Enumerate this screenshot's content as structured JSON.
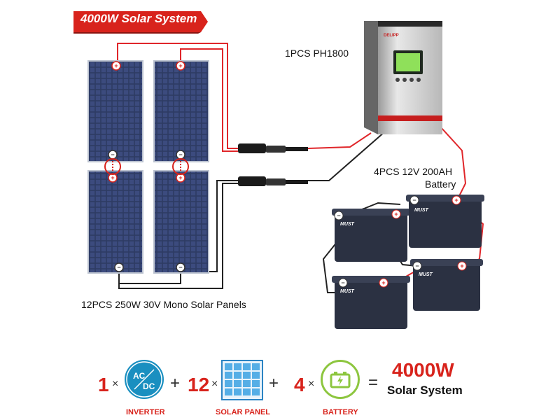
{
  "banner": {
    "title": "4000W Solar System"
  },
  "labels": {
    "inverter": "1PCS PH1800",
    "battery_line1": "4PCS 12V 200AH",
    "battery_line2": "Battery",
    "panels": "12PCS 250W 30V Mono Solar Panels"
  },
  "inverter_brand": "DELIPP",
  "battery_brand": "MUST",
  "equation": {
    "inverter": {
      "count": "1",
      "times": "×",
      "caption": "INVERTER",
      "ac": "AC",
      "dc": "DC"
    },
    "panel": {
      "count": "12",
      "times": "×",
      "caption": "SOLAR PANEL"
    },
    "battery": {
      "count": "4",
      "times": "×",
      "caption": "BATTERY"
    },
    "plus": "+",
    "equals": "=",
    "result_power": "4000W",
    "result_label": "Solar System"
  },
  "colors": {
    "accent": "#d8231c",
    "positive_wire": "#e0262a",
    "negative_wire": "#222222",
    "inverter_icon": "#1a8fc0",
    "battery_icon": "#8dc63f"
  }
}
